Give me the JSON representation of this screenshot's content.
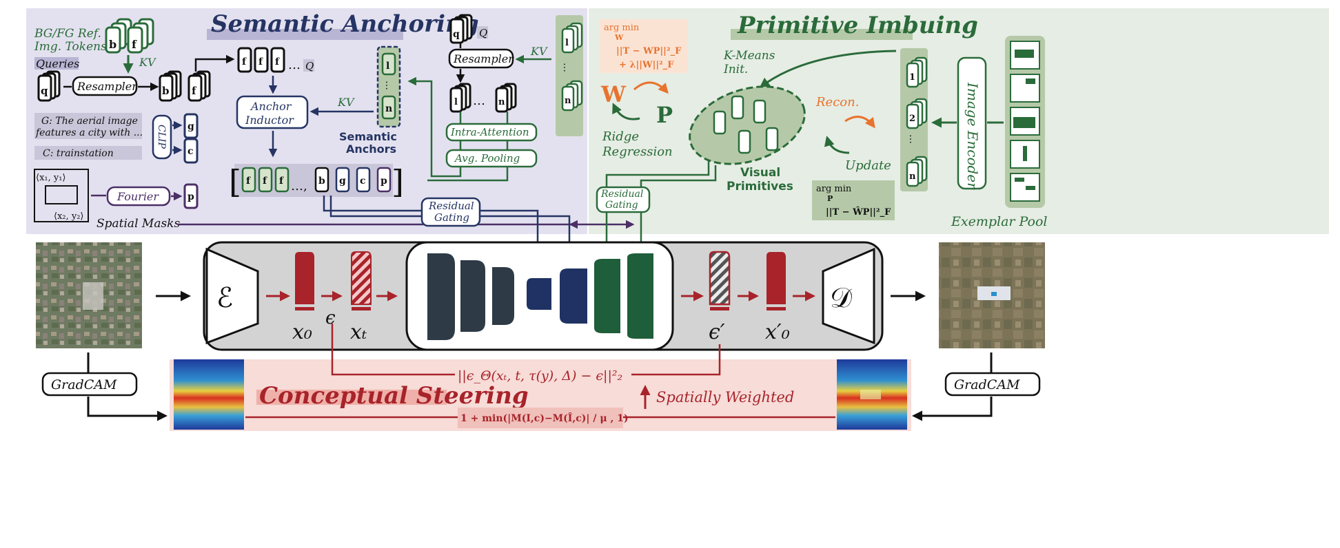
{
  "colors": {
    "anchor_panel": "#e3e1ef",
    "imbue_panel": "#e6ede4",
    "steer_panel": "#f7dcd8",
    "navy": "#253463",
    "dark_green": "#2a6b3a",
    "red": "#a8232a",
    "orange": "#e8732e",
    "purple": "#4b2f66",
    "unet_dark": "#2e3a45",
    "unet_green": "#1f5e3a"
  },
  "semantic_anchoring": {
    "title": "Semantic Anchoring",
    "ref_tokens_line1": "BG/FG Ref.",
    "ref_tokens_line2": "Img. Tokens",
    "queries": "Queries",
    "resampler": "Resampler",
    "kv": "KV",
    "q_symbol": "Q",
    "ellipsis": "…",
    "anchor_inductor_line1": "Anchor",
    "anchor_inductor_line2": "Inductor",
    "semantic_anchors_line1": "Semantic",
    "semantic_anchors_line2": "Anchors",
    "g_caption_line1": "G: The aerial image",
    "g_caption_line2": "features a city with ...",
    "c_caption": "C: trainstation",
    "clip": "CLIP",
    "fourier": "Fourier",
    "coord_tl": "⟨x₁, y₁⟩",
    "coord_br": "⟨x₂, y₂⟩",
    "spatial_masks": "Spatial Masks",
    "intra_attention": "Intra-Attention",
    "avg_pooling": "Avg. Pooling",
    "residual_gating_line1": "Residual",
    "residual_gating_line2": "Gating",
    "token_letters": {
      "b": "b",
      "f": "f",
      "q": "q",
      "g": "g",
      "c": "c",
      "p": "p",
      "l": "l",
      "n": "n",
      "one": "1",
      "two": "2"
    }
  },
  "primitive_imbuing": {
    "title": "Primitive Imbuing",
    "argmin_w_line1": "arg min",
    "argmin_w_line2": "W",
    "argmin_w_line3": "||T − WP||²_F",
    "argmin_w_line4": "+ λ||W||²_F",
    "w_symbol": "W",
    "p_symbol": "P",
    "ridge_line1": "Ridge",
    "ridge_line2": "Regression",
    "kmeans_line1": "K-Means",
    "kmeans_line2": "Init.",
    "visual_primitives_line1": "Visual",
    "visual_primitives_line2": "Primitives",
    "recon": "Recon.",
    "update": "Update",
    "argmin_p_line1": "arg min",
    "argmin_p_line2": "P",
    "argmin_p_line3": "||T − ŴP||²_F",
    "image_encoder": "Image Encoder",
    "exemplar_pool": "Exemplar Pool",
    "residual_gating_line1": "Residual",
    "residual_gating_line2": "Gating"
  },
  "diffusion": {
    "encoder_symbol": "ℰ",
    "decoder_symbol": "𝒟",
    "x0": "x₀",
    "epsilon": "ϵ",
    "xt": "xₜ",
    "epsilon_prime": "ϵ′",
    "x0_prime": "x′₀"
  },
  "conceptual_steering": {
    "title": "Conceptual Steering",
    "gradcam_left": "GradCAM",
    "gradcam_right": "GradCAM",
    "loss_formula": "||ϵ_Θ(xₜ, t, τ(y), Δ) − ϵ||²₂",
    "spatially_weighted": "Spatially Weighted",
    "weight_formula": "1 + min(|M(I,c)−M(Î,c)| / μ , 1)"
  }
}
